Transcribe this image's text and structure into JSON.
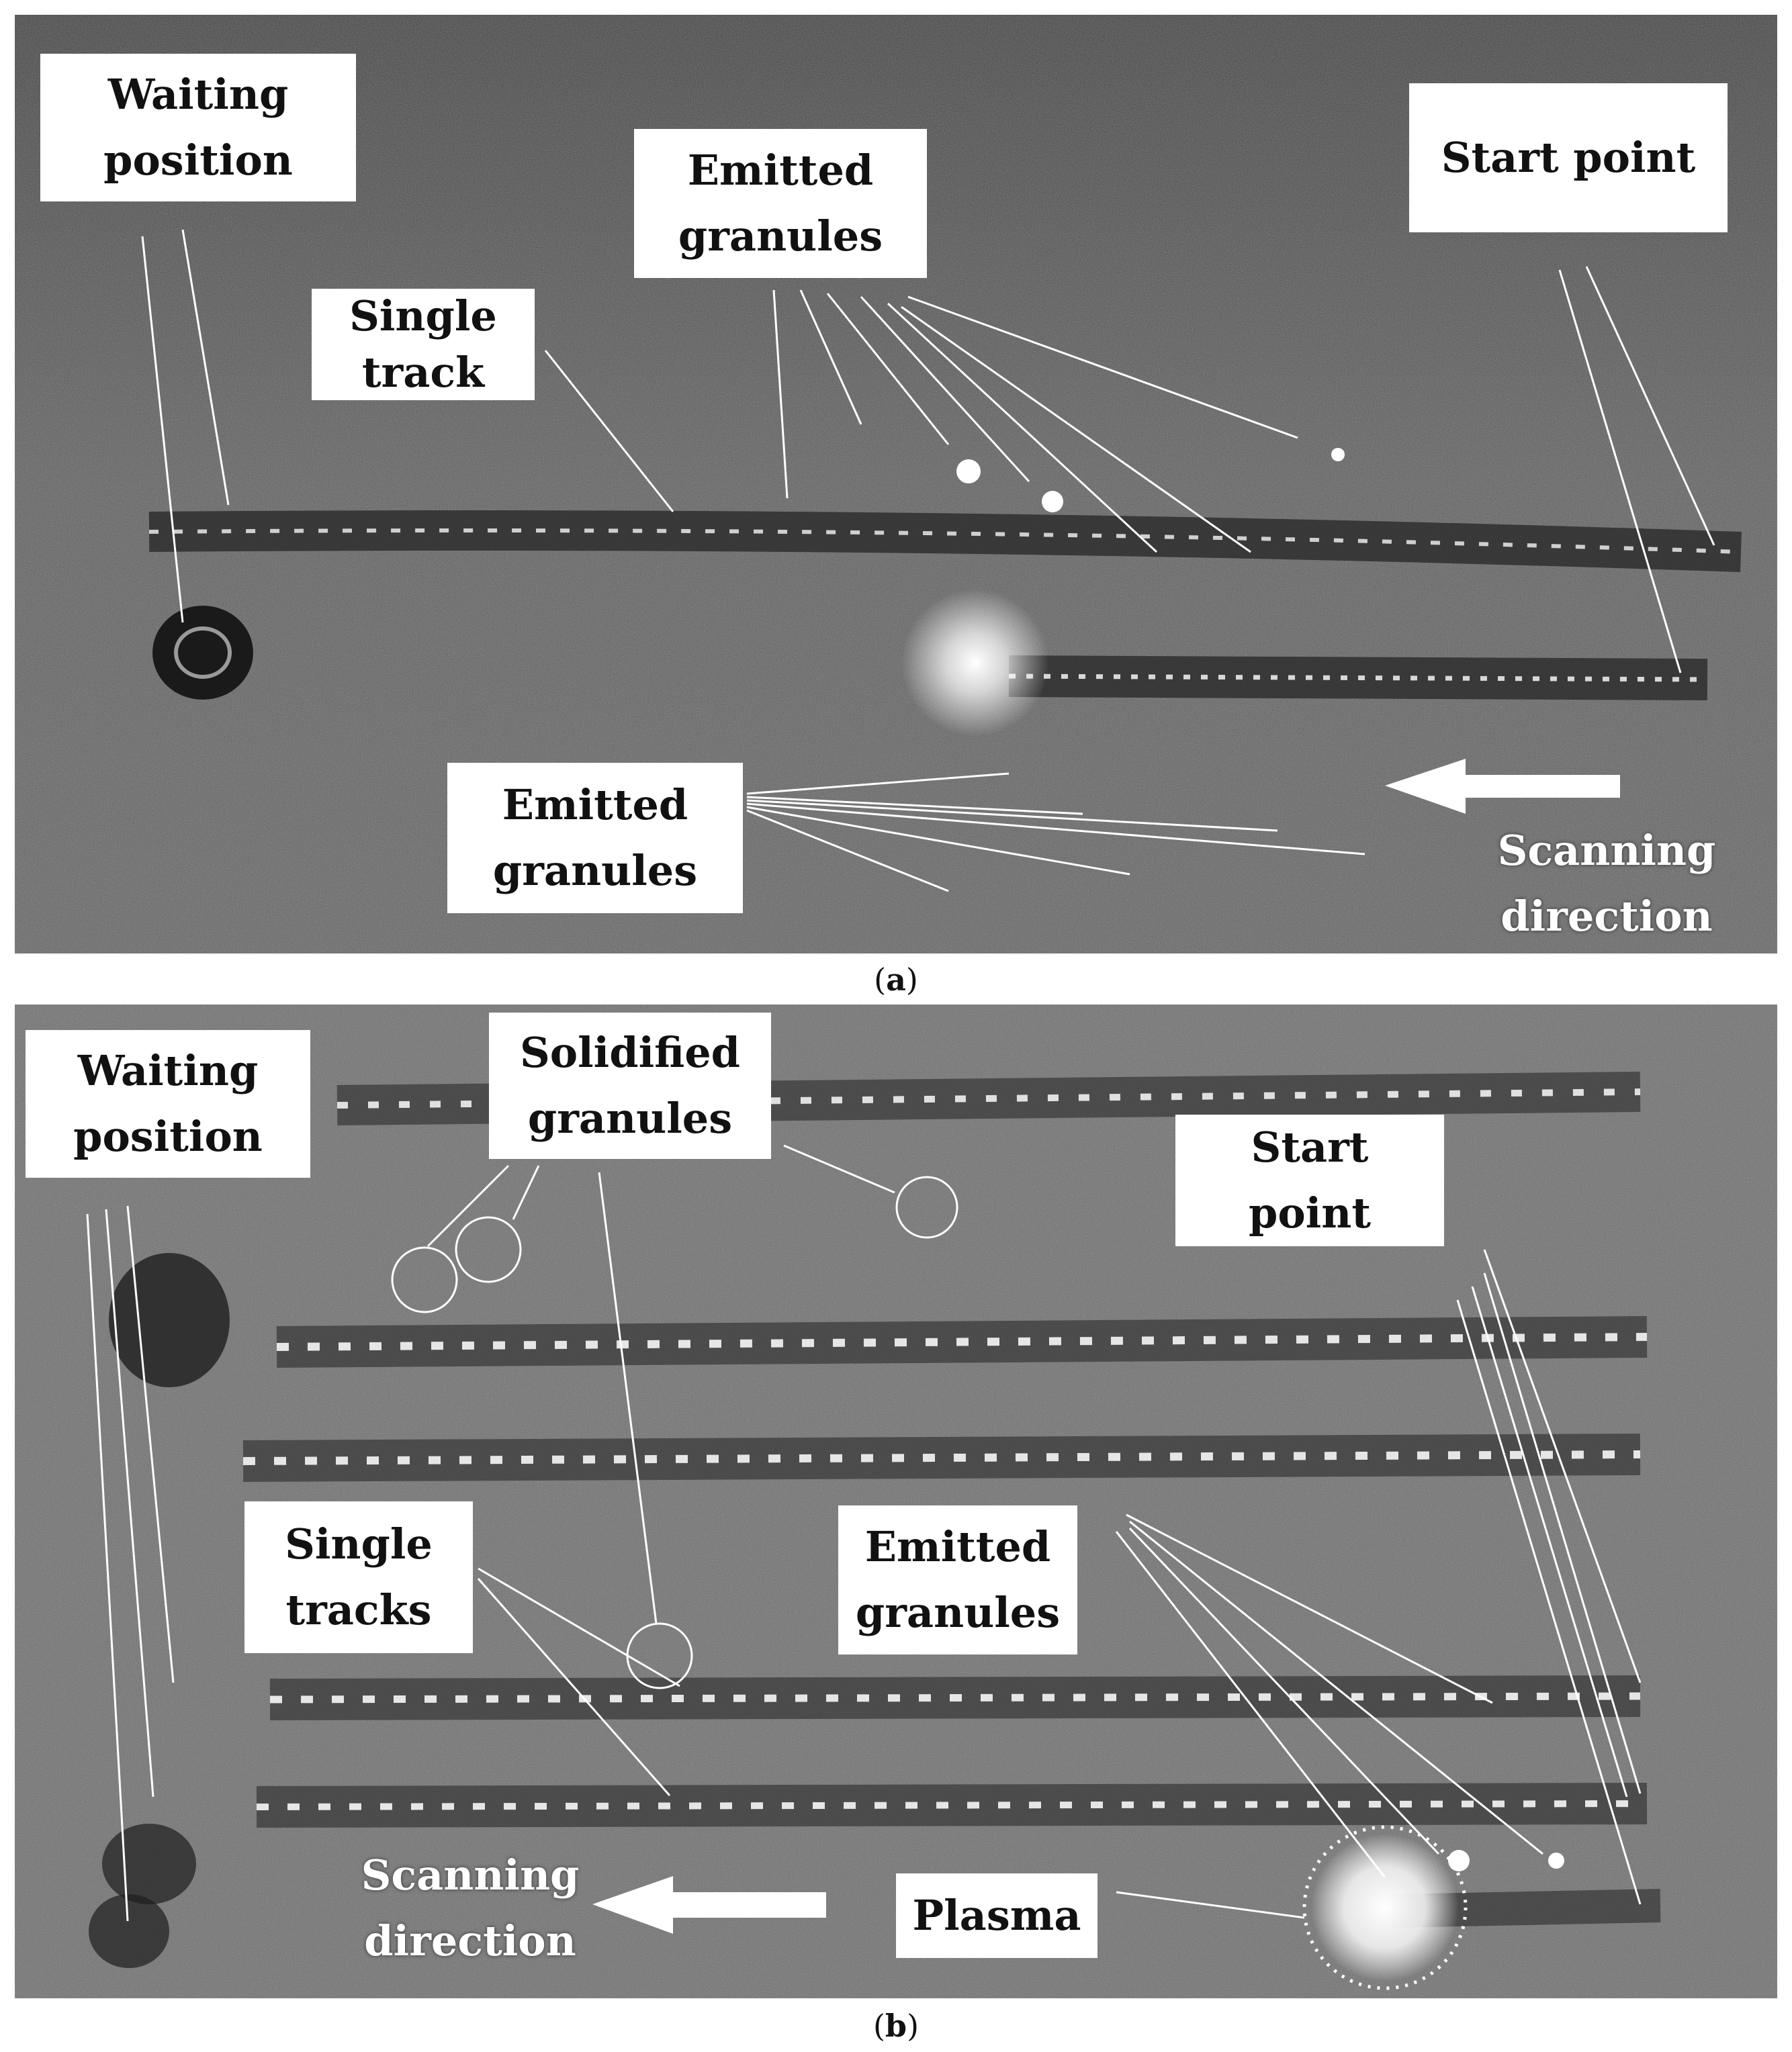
{
  "panel_a": {
    "caption_letter": "a",
    "labels": {
      "waiting_line1": "Waiting",
      "waiting_line2": "position",
      "single_line1": "Single",
      "single_line2": "track",
      "emitted_top_line1": "Emitted",
      "emitted_top_line2": "granules",
      "start": "Start point",
      "emitted_bottom_line1": "Emitted",
      "emitted_bottom_line2": "granules",
      "scanning_line1": "Scanning",
      "scanning_line2": "direction"
    }
  },
  "panel_b": {
    "caption_letter": "b",
    "labels": {
      "waiting_line1": "Waiting",
      "waiting_line2": "position",
      "solidified_line1": "Solidified",
      "solidified_line2": "granules",
      "start": "Start point",
      "single_line1": "Single",
      "single_line2": "tracks",
      "emitted_line1": "Emitted",
      "emitted_line2": "granules",
      "plasma": "Plasma",
      "scanning_line1": "Scanning",
      "scanning_line2": "direction"
    }
  },
  "colors": {
    "background_photo": "#5a5a5a",
    "annotation_line": "#ffffff",
    "label_box": "#ffffff",
    "label_text": "#111111"
  }
}
